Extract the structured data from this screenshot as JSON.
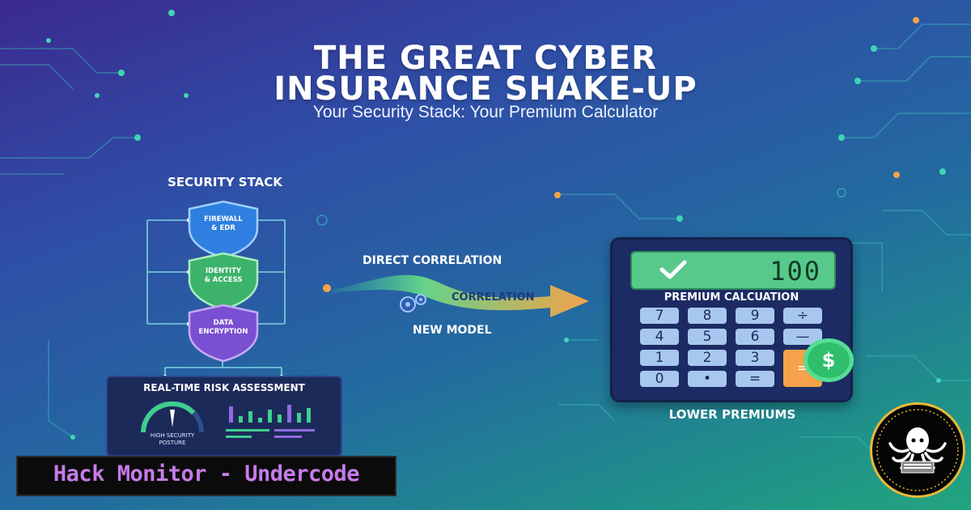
{
  "title": {
    "line1": "THE GREAT CYBER",
    "line2": "INSURANCE SHAKE-UP",
    "subtitle": "Your Security Stack: Your Premium Calculator"
  },
  "stack": {
    "title": "SECURITY STACK",
    "layers": [
      {
        "line1": "FIREWALL",
        "line2": "& EDR",
        "color": "#2f7fe0"
      },
      {
        "line1": "IDENTITY",
        "line2": "& ACCESS",
        "color": "#3db26a"
      },
      {
        "line1": "DATA",
        "line2": "ENCRYPTION",
        "color": "#7a4fd1"
      }
    ]
  },
  "risk": {
    "title": "REAL-TIME RISK ASSESSMENT",
    "posture_line1": "HIGH SECURITY",
    "posture_line2": "POSTURE"
  },
  "flow": {
    "direct": "DIRECT CORRELATION",
    "arrow_label": "CORRELATION",
    "new_model": "NEW MODEL"
  },
  "calculator": {
    "readout": "100",
    "label": "PREMIUM CALCUATION",
    "keys": [
      "7",
      "8",
      "9",
      "÷",
      "4",
      "5",
      "6",
      "—",
      "1",
      "2",
      "3",
      "0",
      "•",
      "="
    ],
    "equals_key": "=",
    "dollar": "$"
  },
  "lower": "LOWER PREMIUMS",
  "brand": "Hack Monitor - Undercode",
  "colors": {
    "accent_orange": "#f5a24a",
    "accent_green": "#2fbf6c",
    "brand_purple": "#c67ce8"
  }
}
